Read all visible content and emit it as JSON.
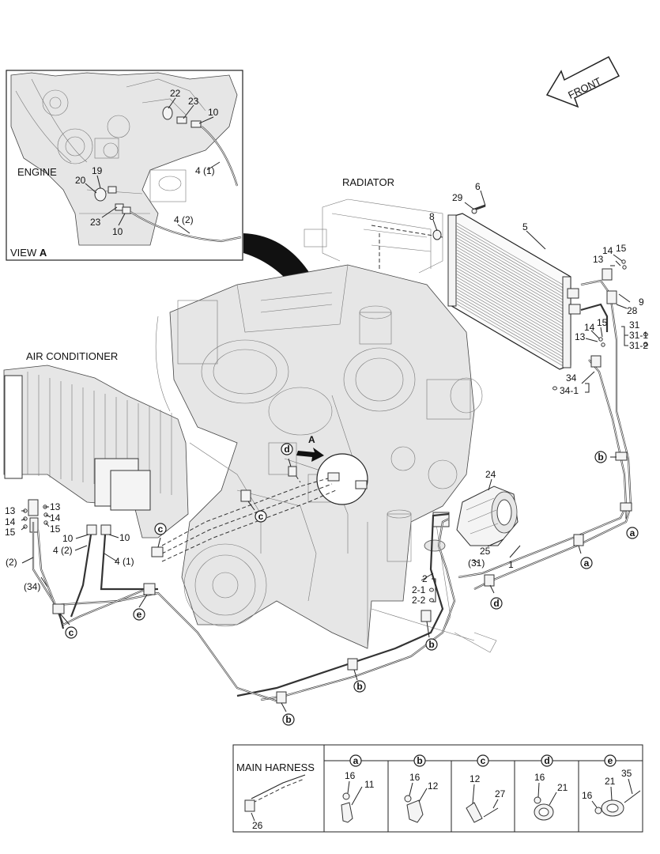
{
  "labels": {
    "view_title": "VIEW",
    "view_letter": "A",
    "engine": "ENGINE",
    "radiator": "RADIATOR",
    "air_conditioner": "AIR CONDITIONER",
    "front": "FRONT",
    "main_harness": "MAIN HARNESS",
    "arrow_a": "A"
  },
  "inset_parts": {
    "p22": "22",
    "p23a": "23",
    "p10a": "10",
    "p4_1": "4 (1)",
    "p19": "19",
    "p20": "20",
    "p23b": "23",
    "p10b": "10",
    "p4_2": "4 (2)"
  },
  "radiator_parts": {
    "p6": "6",
    "p29": "29",
    "p8": "8",
    "p5": "5",
    "p14a": "14",
    "p15a": "15",
    "p13a": "13",
    "p9": "9",
    "p28": "28",
    "p14b": "14",
    "p15b": "15",
    "p13b": "13",
    "p31": "31",
    "p31_1": "31-1",
    "p31_2": "31-2",
    "p34": "34",
    "p34_1": "34-1"
  },
  "compressor_parts": {
    "p24": "24",
    "p25": "25",
    "p1": "1",
    "p31p": "(31)",
    "p2": "2",
    "p2_1": "2-1",
    "p2_2": "2-2"
  },
  "ac_parts": {
    "p13a": "13",
    "p14a": "14",
    "p15a": "15",
    "p13b": "13",
    "p14b": "14",
    "p15b": "15",
    "p10a": "10",
    "p10b": "10",
    "p4_2": "4 (2)",
    "p4_1": "4 (1)",
    "p2p": "(2)",
    "p34p": "(34)"
  },
  "callouts": [
    "a",
    "b",
    "c",
    "d",
    "e"
  ],
  "clamps": {
    "a": {
      "parts": [
        "16",
        "11"
      ]
    },
    "b": {
      "parts": [
        "16",
        "12"
      ]
    },
    "c": {
      "parts": [
        "12",
        "27"
      ]
    },
    "d": {
      "parts": [
        "16",
        "21"
      ]
    },
    "e": {
      "parts": [
        "16",
        "21",
        "35"
      ]
    }
  },
  "harness_part": "26",
  "colors": {
    "line": "#222222",
    "background": "#ffffff",
    "callout_fill": "#222222"
  }
}
